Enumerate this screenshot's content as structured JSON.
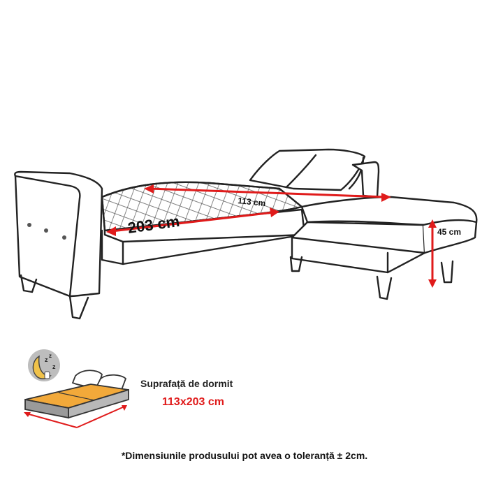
{
  "dimensions": {
    "length": "203 cm",
    "width": "113 cm",
    "height": "45 cm"
  },
  "sleeping_area": {
    "label": "Suprafață de dormit",
    "size": "113x203 cm"
  },
  "disclaimer": "*Dimensiunile produsului pot avea o toleranță ± 2cm.",
  "colors": {
    "line": "#222222",
    "arrow": "#e01b1b",
    "mattress": "#f2a93a",
    "icon_gray": "#9a9a9a",
    "moon": "#f0c24a"
  },
  "icons": [
    "sofa-bed-drawing",
    "moon-sleep-icon",
    "bed-icon"
  ]
}
